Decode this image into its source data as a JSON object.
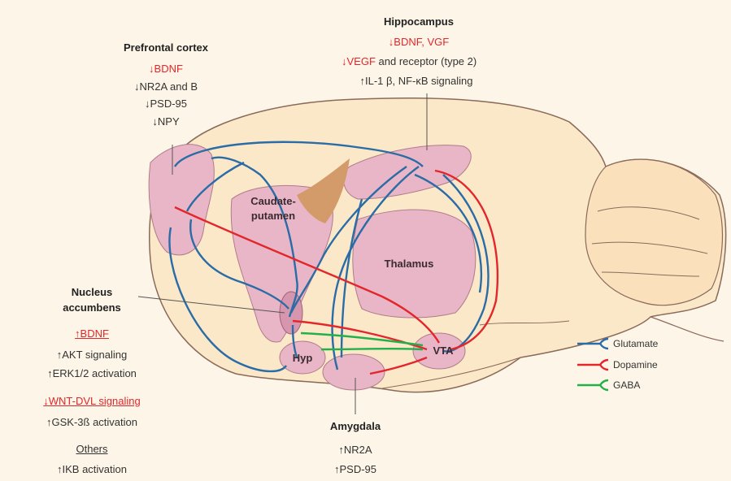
{
  "prefrontal": {
    "title": "Prefrontal cortex",
    "bdnf": "↓BDNF",
    "nr2a": "↓NR2A and B",
    "psd": "↓PSD-95",
    "npy": "↓NPY"
  },
  "hippocampus": {
    "title": "Hippocampus",
    "bdnf": "↓BDNF, VGF",
    "vegf": "↓VEGF",
    "vegf_rest": " and receptor (type 2)",
    "il1": "↑IL-1 β, NF-κB signaling"
  },
  "accumbens": {
    "title_line1": "Nucleus",
    "title_line2": "accumbens",
    "bdnf": "↑BDNF",
    "akt": "↑AKT signaling",
    "erk": "↑ERK1/2 activation",
    "wnt": "↓WNT-DVL signaling",
    "gsk": "↑GSK-3ß activation",
    "others": "Others",
    "ikb": "↑IKB activation"
  },
  "amygdala": {
    "title": "Amygdala",
    "nr2a": "↑NR2A",
    "psd": "↑PSD-95"
  },
  "regions": {
    "caudate_line1": "Caudate-",
    "caudate_line2": "putamen",
    "thalamus": "Thalamus",
    "hyp": "Hyp",
    "vta": "VTA"
  },
  "legend": [
    {
      "label": "Glutamate",
      "color": "#2a6ca6"
    },
    {
      "label": "Dopamine",
      "color": "#e3262b"
    },
    {
      "label": "GABA",
      "color": "#22b04b"
    }
  ]
}
